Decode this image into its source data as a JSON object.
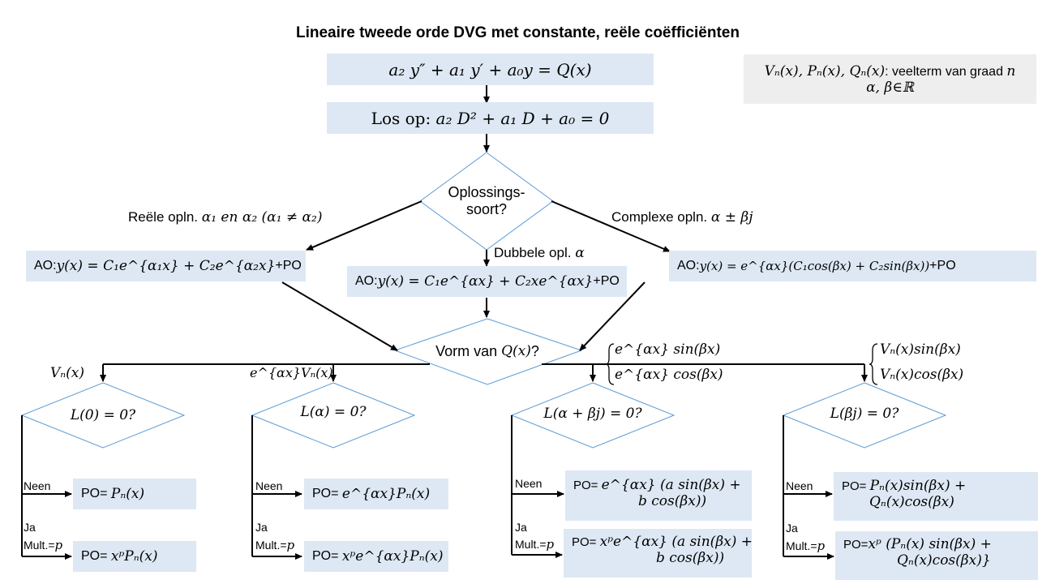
{
  "title": "Lineaire tweede orde DVG met constante, reële coëfficiënten",
  "equation": "a₂ y″ + a₁ y′ + a₀y = Q(x)",
  "solve_step": {
    "prefix": "Los op: ",
    "expr": "a₂ D² + a₁ D + a₀ = 0"
  },
  "legend": {
    "line1_math": "Vₙ(x), Pₙ(x), Qₙ(x)",
    "line1_text": ": veelterm van graad ",
    "line1_var": "n",
    "line2": "α, β∈ℝ"
  },
  "decision_type": {
    "line1": "Oplossings-",
    "line2": "soort?"
  },
  "branches": {
    "real": {
      "label": "Reële opln. ",
      "math": "α₁ en α₂ (α₁ ≠ α₂)",
      "ao_prefix": "AO: ",
      "ao_math": "y(x) = C₁e^{α₁x} + C₂e^{α₂x}",
      "ao_suffix": "+PO"
    },
    "double": {
      "label": "Dubbele opl. ",
      "math": "α",
      "ao_prefix": "AO: ",
      "ao_math": "y(x) = C₁e^{αx} + C₂xe^{αx}",
      "ao_suffix": "+PO"
    },
    "complex": {
      "label": "Complexe opln. ",
      "math": "α ± βj",
      "ao_prefix": "AO: ",
      "ao_math": "y(x) = e^{αx}(C₁cos(βx) + C₂sin(βx))",
      "ao_suffix": "+PO"
    }
  },
  "decision_form": {
    "prefix": "Vorm van ",
    "math": "Q(x)",
    "suffix": "?"
  },
  "cases": [
    {
      "form": "Vₙ(x)",
      "test": "L(0) = 0?",
      "neen": "Neen",
      "ja": "Ja",
      "mult": "Mult.=",
      "mult_var": "p",
      "po_neen_prefix": "PO= ",
      "po_neen": "Pₙ(x)",
      "po_ja_prefix": "PO= ",
      "po_ja": "xᵖPₙ(x)"
    },
    {
      "form": "e^{αx}Vₙ(x)",
      "test": "L(α) = 0?",
      "neen": "Neen",
      "ja": "Ja",
      "mult": "Mult.=",
      "mult_var": "p",
      "po_neen_prefix": "PO= ",
      "po_neen": "e^{αx}Pₙ(x)",
      "po_ja_prefix": "PO= ",
      "po_ja": "xᵖe^{αx}Pₙ(x)"
    },
    {
      "form_line1": "e^{αx} sin(βx)",
      "form_line2": "e^{αx} cos(βx)",
      "test": "L(α + βj) = 0?",
      "neen": "Neen",
      "ja": "Ja",
      "mult": "Mult.=",
      "mult_var": "p",
      "po_neen_prefix": "PO= ",
      "po_neen_l1": "e^{αx}  (a sin(βx) +",
      "po_neen_l2": "b cos(βx))",
      "po_ja_prefix": "PO= ",
      "po_ja_l1": "xᵖe^{αx}  (a sin(βx) +",
      "po_ja_l2": "b cos(βx))"
    },
    {
      "form_line1": "Vₙ(x)sin(βx)",
      "form_line2": "Vₙ(x)cos(βx)",
      "test": "L(βj) = 0?",
      "neen": "Neen",
      "ja": "Ja",
      "mult": "Mult.=",
      "mult_var": "p",
      "po_neen_prefix": "PO= ",
      "po_neen_l1": "Pₙ(x)sin(βx) +",
      "po_neen_l2": "Qₙ(x)cos(βx)",
      "po_ja_prefix": "PO=",
      "po_ja_l1": "xᵖ (Pₙ(x) sin(βx) +",
      "po_ja_l2": "Qₙ(x)cos(βx)}"
    }
  ],
  "colors": {
    "box_fill": "#dde8f4",
    "diamond_stroke": "#5b9bd5",
    "legend_fill": "#eeeeee"
  }
}
